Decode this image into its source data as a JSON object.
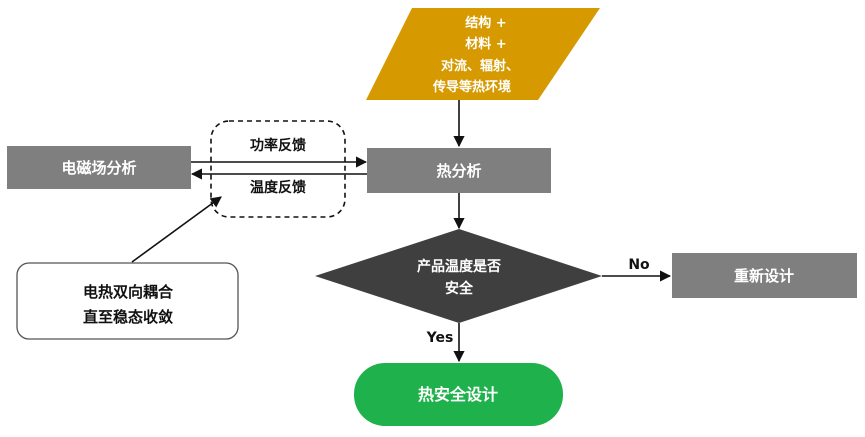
{
  "nodes": {
    "inputs": {
      "lines": [
        "结构 +",
        "材料 +",
        "对流、辐射、",
        "传导等热环境"
      ]
    },
    "em_analysis": {
      "label": "电磁场分析"
    },
    "thermal_analysis": {
      "label": "热分析"
    },
    "feedback": {
      "power": "功率反馈",
      "temperature": "温度反馈"
    },
    "coupling_note": {
      "lines": [
        "电热双向耦合",
        "直至稳态收敛"
      ]
    },
    "decision": {
      "lines": [
        "产品温度是否",
        "安全"
      ]
    },
    "redesign": {
      "label": "重新设计"
    },
    "safe_design": {
      "label": "热安全设计"
    }
  },
  "edges": {
    "no_label": "No",
    "yes_label": "Yes"
  },
  "colors": {
    "input_fill": "#d69a00",
    "process_fill": "#7f7f7f",
    "decision_fill": "#3f3f3f",
    "terminal_fill": "#1fb14c",
    "line": "#111111"
  }
}
